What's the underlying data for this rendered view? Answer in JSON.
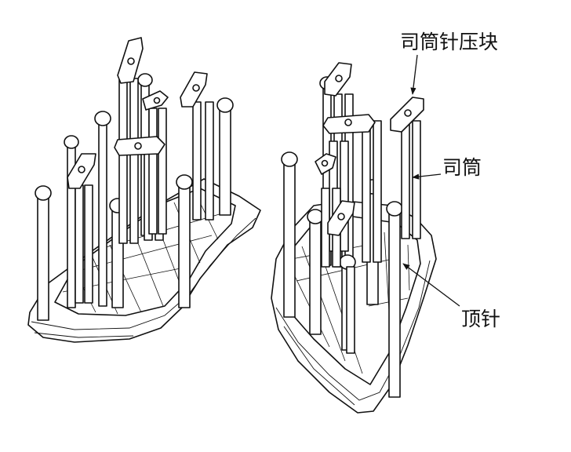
{
  "labels": {
    "sleeve_pin_plate": "司筒针压块",
    "sleeve": "司筒",
    "ejector_pin": "顶针"
  }
}
